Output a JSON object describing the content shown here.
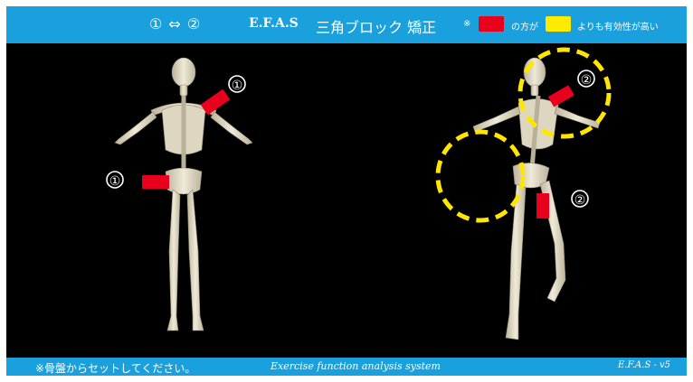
{
  "header": {
    "sequence": "① ⇔ ②",
    "brand": "E.F.A.S",
    "title": "三角ブロック 矯正",
    "legend_prefix": "※",
    "legend_mid": "の方が",
    "legend_suffix": "よりも有効性が高い",
    "legend_colors": {
      "red": "#e8001c",
      "yellow": "#ffeb00"
    }
  },
  "figure": {
    "markers": {
      "left_shoulder": "①",
      "left_pelvis": "①",
      "right_shoulder": "②",
      "right_thigh": "②"
    },
    "block_color": "#e8001c",
    "circle_color": "#ffe600",
    "bone_color": "#e8e2cf"
  },
  "footer": {
    "note": "※骨盤からセットしてください。",
    "tagline": "Exercise function analysis system",
    "version": "E.F.A.S - v5"
  }
}
